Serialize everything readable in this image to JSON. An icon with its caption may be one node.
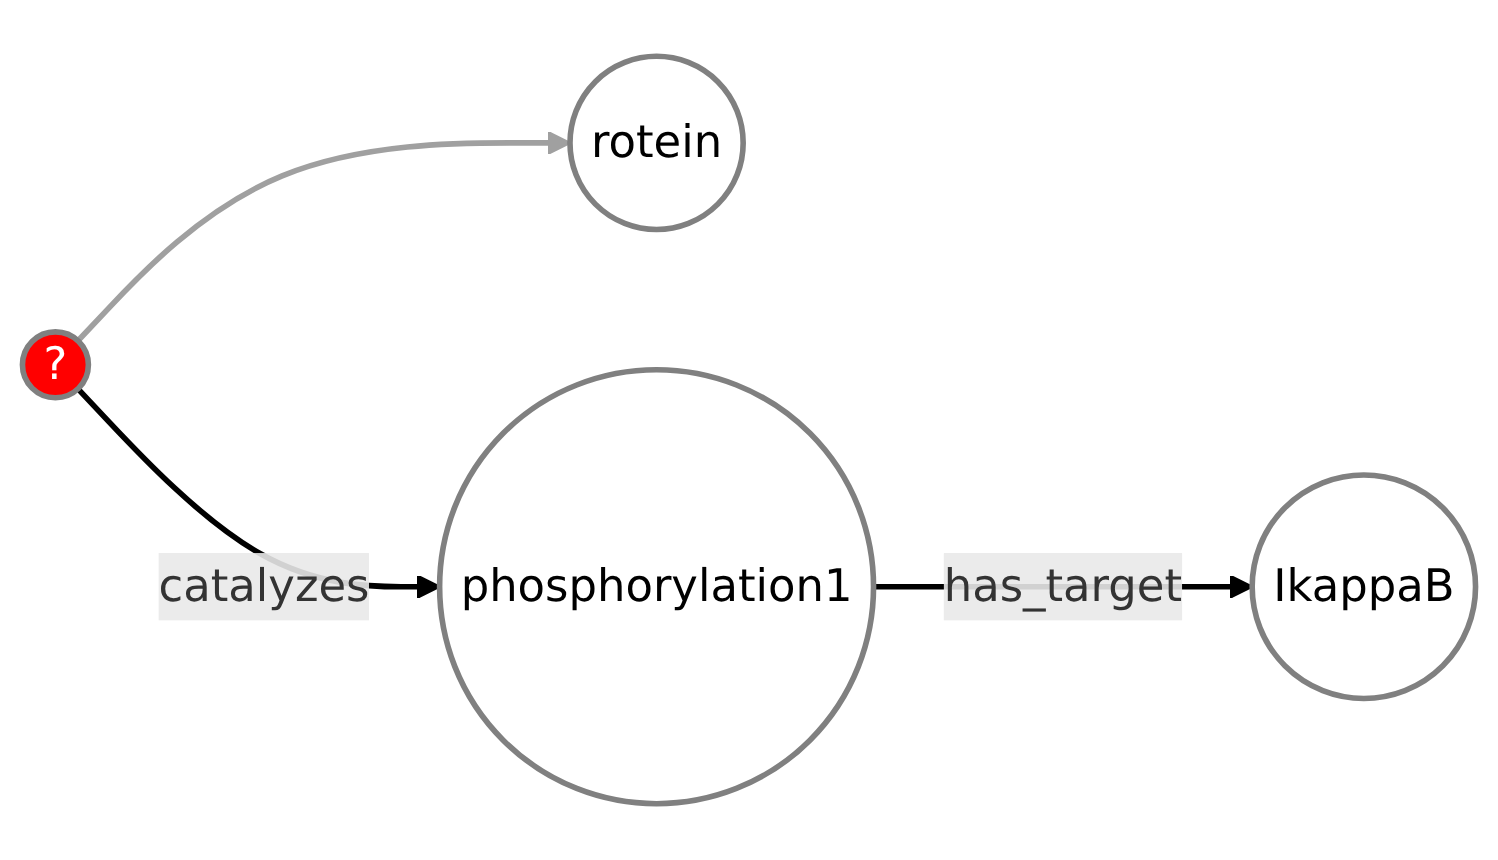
{
  "diagram": {
    "nodes": [
      {
        "text": [
          "rotein"
        ]
      },
      {
        "text": [
          "?"
        ]
      },
      {
        "text": [
          "phosphorylation1"
        ]
      },
      {
        "text": [
          "IkappaB"
        ]
      }
    ],
    "edges": [
      {
        "from": 1,
        "to": 0,
        "arrow": "to",
        "color": "#a0a0a0"
      },
      {
        "from": 1,
        "to": 2,
        "arrow": "to",
        "label": "catalyzes"
      },
      {
        "from": 2,
        "to": 3,
        "arrow": "to",
        "label": "has_target"
      }
    ]
  }
}
